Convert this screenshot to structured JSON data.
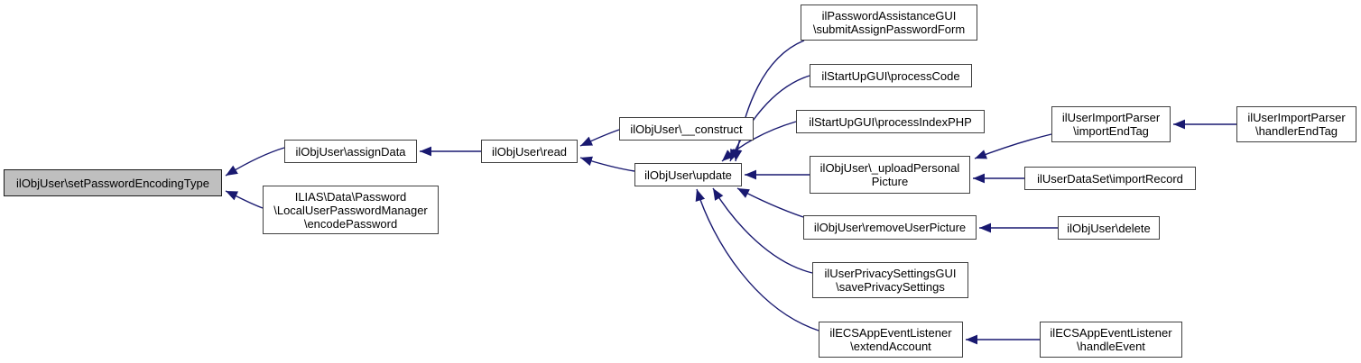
{
  "diagram": {
    "type": "caller-graph",
    "colors": {
      "edge": "#191970",
      "node_border": "#404040",
      "node_fill": "#ffffff",
      "highlight_fill": "#bfbfbf",
      "text": "#000000"
    },
    "nodes": [
      {
        "id": "ilObjUser-setPasswordEncodingType",
        "label": "ilObjUser\\setPasswordEncodingType",
        "highlight": true
      },
      {
        "id": "ilObjUser-assignData",
        "label": "ilObjUser\\assignData"
      },
      {
        "id": "ILIAS-Data-Password-LocalUserPasswordManager-encodePassword",
        "label": "ILIAS\\Data\\Password\n\\LocalUserPasswordManager\n\\encodePassword"
      },
      {
        "id": "ilObjUser-read",
        "label": "ilObjUser\\read"
      },
      {
        "id": "ilObjUser-construct",
        "label": "ilObjUser\\__construct"
      },
      {
        "id": "ilObjUser-update",
        "label": "ilObjUser\\update"
      },
      {
        "id": "ilPasswordAssistanceGUI-submitAssignPasswordForm",
        "label": "ilPasswordAssistanceGUI\n\\submitAssignPasswordForm"
      },
      {
        "id": "ilStartUpGUI-processCode",
        "label": "ilStartUpGUI\\processCode"
      },
      {
        "id": "ilStartUpGUI-processIndexPHP",
        "label": "ilStartUpGUI\\processIndexPHP"
      },
      {
        "id": "ilObjUser-uploadPersonalPicture",
        "label": "ilObjUser\\_uploadPersonal\nPicture"
      },
      {
        "id": "ilObjUser-removeUserPicture",
        "label": "ilObjUser\\removeUserPicture"
      },
      {
        "id": "ilUserPrivacySettingsGUI-savePrivacySettings",
        "label": "ilUserPrivacySettingsGUI\n\\savePrivacySettings"
      },
      {
        "id": "ilECSAppEventListener-extendAccount",
        "label": "ilECSAppEventListener\n\\extendAccount"
      },
      {
        "id": "ilUserImportParser-importEndTag",
        "label": "ilUserImportParser\n\\importEndTag"
      },
      {
        "id": "ilUserImportParser-handlerEndTag",
        "label": "ilUserImportParser\n\\handlerEndTag"
      },
      {
        "id": "ilUserDataSet-importRecord",
        "label": "ilUserDataSet\\importRecord"
      },
      {
        "id": "ilObjUser-delete",
        "label": "ilObjUser\\delete"
      },
      {
        "id": "ilECSAppEventListener-handleEvent",
        "label": "ilECSAppEventListener\n\\handleEvent"
      }
    ],
    "edges": [
      {
        "from": "ilObjUser\\assignData",
        "to": "ilObjUser\\setPasswordEncodingType"
      },
      {
        "from": "ILIAS\\Data\\Password\\LocalUserPasswordManager\\encodePassword",
        "to": "ilObjUser\\setPasswordEncodingType"
      },
      {
        "from": "ilObjUser\\read",
        "to": "ilObjUser\\assignData"
      },
      {
        "from": "ilObjUser\\__construct",
        "to": "ilObjUser\\read"
      },
      {
        "from": "ilObjUser\\update",
        "to": "ilObjUser\\read"
      },
      {
        "from": "ilPasswordAssistanceGUI\\submitAssignPasswordForm",
        "to": "ilObjUser\\update"
      },
      {
        "from": "ilStartUpGUI\\processCode",
        "to": "ilObjUser\\update"
      },
      {
        "from": "ilStartUpGUI\\processIndexPHP",
        "to": "ilObjUser\\update"
      },
      {
        "from": "ilObjUser\\_uploadPersonalPicture",
        "to": "ilObjUser\\update"
      },
      {
        "from": "ilObjUser\\removeUserPicture",
        "to": "ilObjUser\\update"
      },
      {
        "from": "ilUserPrivacySettingsGUI\\savePrivacySettings",
        "to": "ilObjUser\\update"
      },
      {
        "from": "ilECSAppEventListener\\extendAccount",
        "to": "ilObjUser\\update"
      },
      {
        "from": "ilUserImportParser\\importEndTag",
        "to": "ilObjUser\\_uploadPersonalPicture"
      },
      {
        "from": "ilUserDataSet\\importRecord",
        "to": "ilObjUser\\_uploadPersonalPicture"
      },
      {
        "from": "ilUserImportParser\\handlerEndTag",
        "to": "ilUserImportParser\\importEndTag"
      },
      {
        "from": "ilObjUser\\delete",
        "to": "ilObjUser\\removeUserPicture"
      },
      {
        "from": "ilECSAppEventListener\\handleEvent",
        "to": "ilECSAppEventListener\\extendAccount"
      }
    ]
  }
}
